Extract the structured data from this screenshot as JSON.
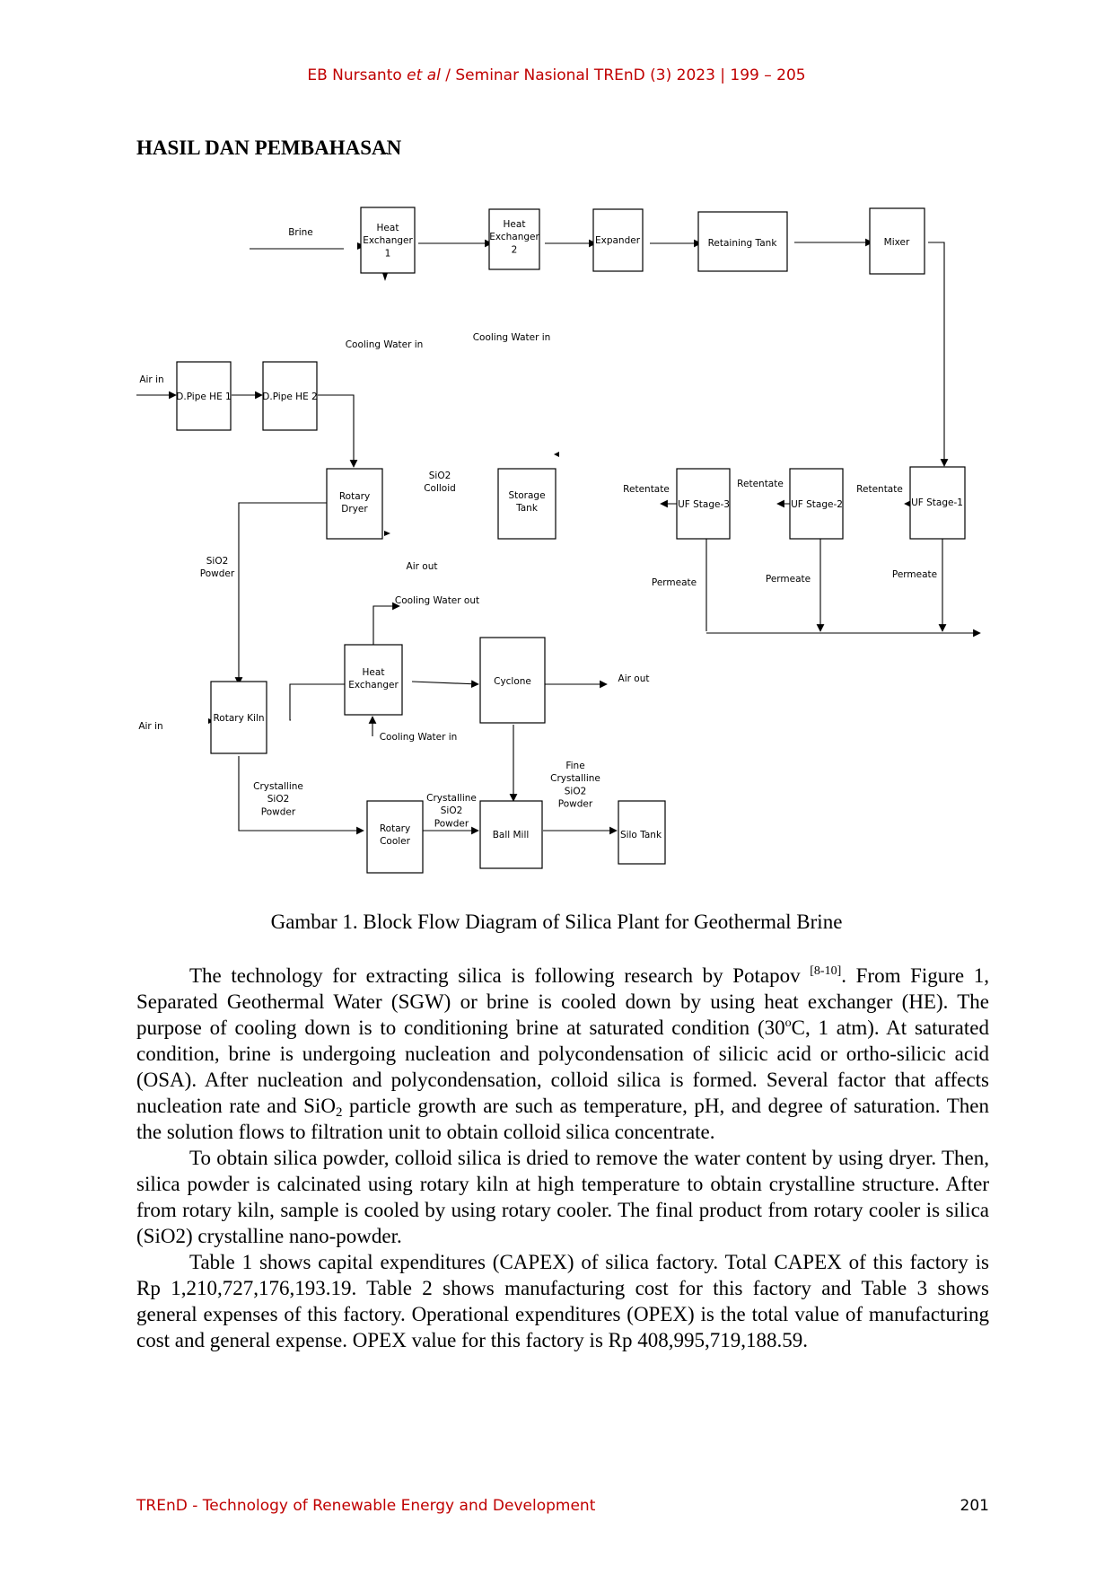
{
  "header": {
    "authors": "EB Nursanto",
    "et_al": "et al",
    "venue": " / Seminar Nasional TREnD (3) 2023 | 199 – 205"
  },
  "section_heading": "HASIL DAN PEMBAHASAN",
  "diagram": {
    "blocks": {
      "he1": [
        "Heat",
        "Exchanger",
        "1"
      ],
      "he2": [
        "Heat",
        "Exchanger",
        "2"
      ],
      "expander": [
        "Expander"
      ],
      "retaining_tank": [
        "Retaining Tank"
      ],
      "mixer": [
        "Mixer"
      ],
      "dpipe1": [
        "D.Pipe HE 1"
      ],
      "dpipe2": [
        "D.Pipe HE 2"
      ],
      "rotary_dryer": [
        "Rotary",
        "Dryer"
      ],
      "storage_tank": [
        "Storage",
        "Tank"
      ],
      "uf3": [
        "UF Stage-3"
      ],
      "uf2": [
        "UF Stage-2"
      ],
      "uf1": [
        "UF Stage-1"
      ],
      "heat_exchanger": [
        "Heat",
        "Exchanger"
      ],
      "cyclone": [
        "Cyclone"
      ],
      "rotary_kiln": [
        "Rotary Kiln"
      ],
      "rotary_cooler": [
        "Rotary",
        "Cooler"
      ],
      "ball_mill": [
        "Ball Mill"
      ],
      "silo_tank": [
        "Silo Tank"
      ]
    },
    "labels": {
      "brine": [
        "Brine"
      ],
      "cooling_water_in_1": [
        "Cooling Water in"
      ],
      "cooling_water_in_2": [
        "Cooling Water in"
      ],
      "air_in_top": [
        "Air in"
      ],
      "sio2_colloid": [
        "SiO2",
        "Colloid"
      ],
      "retentate_1": [
        "Retentate"
      ],
      "retentate_2": [
        "Retentate"
      ],
      "retentate_3": [
        "Retentate"
      ],
      "sio2_powder": [
        "SiO2",
        "Powder"
      ],
      "air_out_1": [
        "Air out"
      ],
      "cooling_water_out": [
        "Cooling Water out"
      ],
      "permeate_1": [
        "Permeate"
      ],
      "permeate_2": [
        "Permeate"
      ],
      "permeate_3": [
        "Permeate"
      ],
      "air_out_2": [
        "Air out"
      ],
      "air_in_bottom": [
        "Air in"
      ],
      "cooling_water_in_3": [
        "Cooling Water in"
      ],
      "crystalline_powder_1": [
        "Crystalline",
        "SiO2",
        "Powder"
      ],
      "crystalline_powder_2": [
        "Crystalline",
        "SiO2",
        "Powder"
      ],
      "fine_crystalline": [
        "Fine",
        "Crystalline",
        "SiO2",
        "Powder"
      ]
    }
  },
  "caption": "Gambar 1. Block Flow Diagram of Silica Plant for Geothermal Brine",
  "paragraph1": {
    "a": "The technology for extracting silica is following research by Potapov ",
    "ref": "[8-10]",
    "b": ". From Figure 1, Separated Geothermal Water (SGW) or brine is cooled down by using heat exchanger (HE). The purpose of cooling down is to conditioning brine at saturated condition (30",
    "deg": "o",
    "c": "C, 1 atm). At saturated condition, brine is undergoing nucleation and polycondensation of silicic acid or ortho-silicic acid (OSA). After nucleation and polycondensation, colloid silica is formed. Several factor that affects nucleation rate and SiO",
    "sub": "2",
    "d": " particle growth are such as temperature, pH, and degree of saturation. Then the solution flows to filtration unit to obtain colloid silica concentrate."
  },
  "paragraph2": "To obtain silica powder, colloid silica is dried to remove the water content by using dryer. Then, silica powder is calcinated using rotary kiln at high temperature to obtain crystalline structure. After from rotary kiln, sample is cooled by using rotary cooler. The final product from rotary cooler is silica (SiO2) crystalline nano-powder.",
  "paragraph3": "Table 1 shows capital expenditures (CAPEX) of silica factory. Total CAPEX of this factory is  Rp 1,210,727,176,193.19. Table 2 shows manufacturing cost for this factory and Table 3 shows general expenses of this factory. Operational expenditures (OPEX) is the total value of manufacturing cost and general expense. OPEX value for this factory is  Rp 408,995,719,188.59.",
  "footer": {
    "journal": "TREnD - Technology of Renewable Energy and Development",
    "page_number": "201"
  }
}
